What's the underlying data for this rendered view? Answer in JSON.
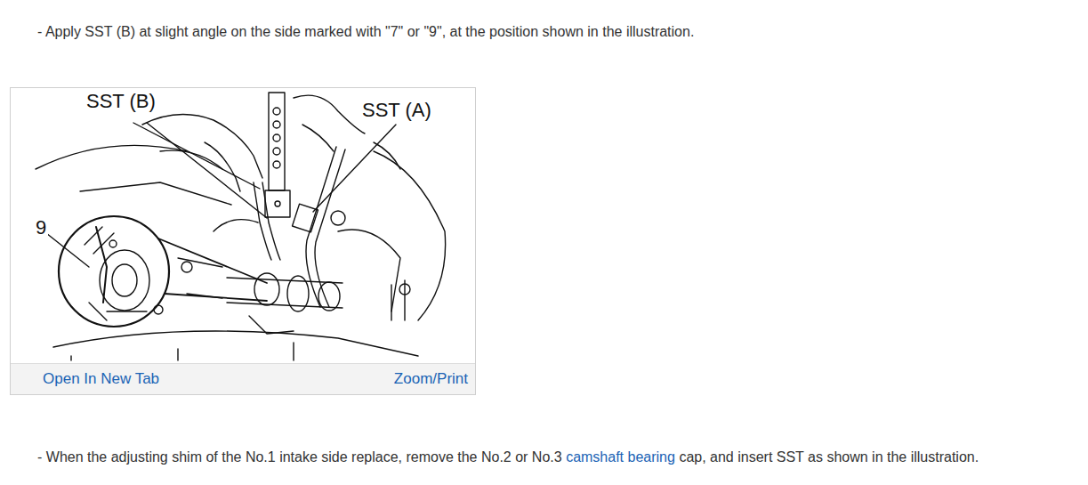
{
  "diagram": {
    "nodes": [
      {
        "text": [
          "Open In New Tab",
          "Zoom/Print"
        ]
      }
    ],
    "labels": [
      "- Apply SST (B) at slight angle on the side marked with \"7\" or \"9\", at the position shown in the illustration.",
      "SST (B)",
      "SST (A)",
      "9",
      "- When the adjusting shim of the No.1 intake side replace, remove the No.2 or No.3",
      "camshaft bearing",
      "cap, and insert SST as shown in the illustration."
    ]
  }
}
